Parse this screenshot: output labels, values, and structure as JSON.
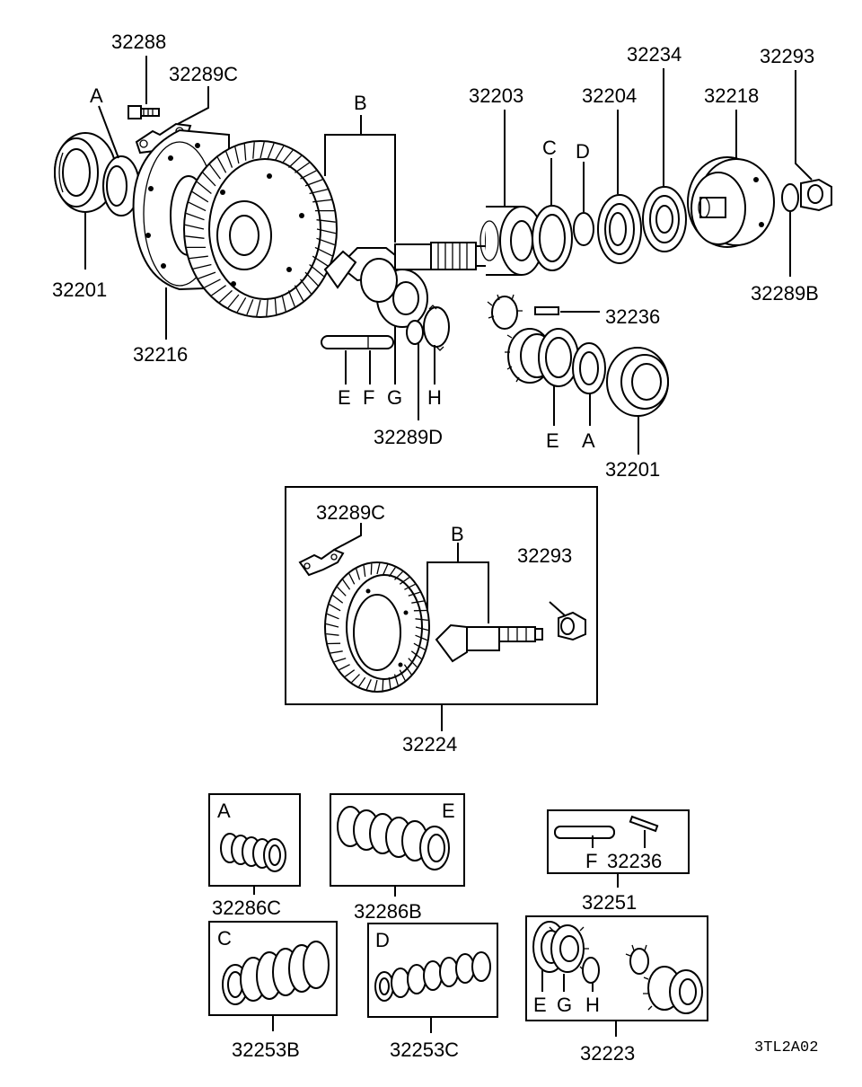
{
  "diagram": {
    "drawing_code": "3TL2A02",
    "labels": {
      "top_32288": "32288",
      "top_32289c": "32289C",
      "top_a": "A",
      "top_32201_left": "32201",
      "top_32216": "32216",
      "top_b": "B",
      "top_32203": "32203",
      "top_c": "C",
      "top_d": "D",
      "top_32204": "32204",
      "top_32234": "32234",
      "top_32218": "32218",
      "top_32293": "32293",
      "top_32289b": "32289B",
      "top_32236": "32236",
      "top_e": "E",
      "top_f": "F",
      "top_g": "G",
      "top_h": "H",
      "top_32289d": "32289D",
      "top_e2": "E",
      "top_a2": "A",
      "top_32201_right": "32201",
      "kit_32289c": "32289C",
      "kit_b": "B",
      "kit_32293": "32293",
      "kit_32224": "32224",
      "box_a_letter": "A",
      "box_a_part": "32286C",
      "box_e_letter": "E",
      "box_e_part": "32286B",
      "box_f_letter": "F",
      "box_f_part": "32236",
      "box_32251": "32251",
      "box_c_letter": "C",
      "box_c_part": "32253B",
      "box_d_letter": "D",
      "box_d_part": "32253C",
      "box_egh_e": "E",
      "box_egh_g": "G",
      "box_egh_h": "H",
      "box_32223": "32223"
    }
  }
}
